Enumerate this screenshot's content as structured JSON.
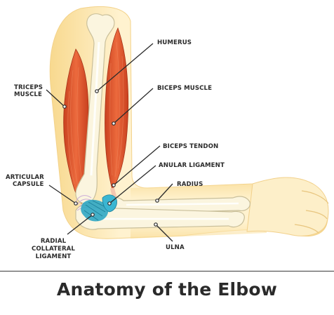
{
  "caption": "Anatomy of the Elbow",
  "labels": {
    "humerus": "HUMERUS",
    "triceps_line1": "TRICEPS",
    "triceps_line2": "MUSCLE",
    "biceps_muscle": "BICEPS MUSCLE",
    "biceps_tendon": "BICEPS TENDON",
    "anular_ligament": "ANULAR LIGAMENT",
    "radius": "RADIUS",
    "articular_line1": "ARTICULAR",
    "articular_line2": "CAPSULE",
    "radial_line1": "RADIAL",
    "radial_line2": "COLLATERAL",
    "radial_line3": "LIGAMENT",
    "ulna": "ULNA"
  },
  "colors": {
    "skin_outer": "#f9e0a6",
    "skin_inner": "#fff3d2",
    "muscle": "#e0552c",
    "muscle_dark": "#b83a1c",
    "bone": "#fbf5df",
    "bone_outline": "#c9bf9a",
    "ligament": "#2fa7c4",
    "capsule": "#c7a5d8",
    "text": "#2b2b2b"
  }
}
